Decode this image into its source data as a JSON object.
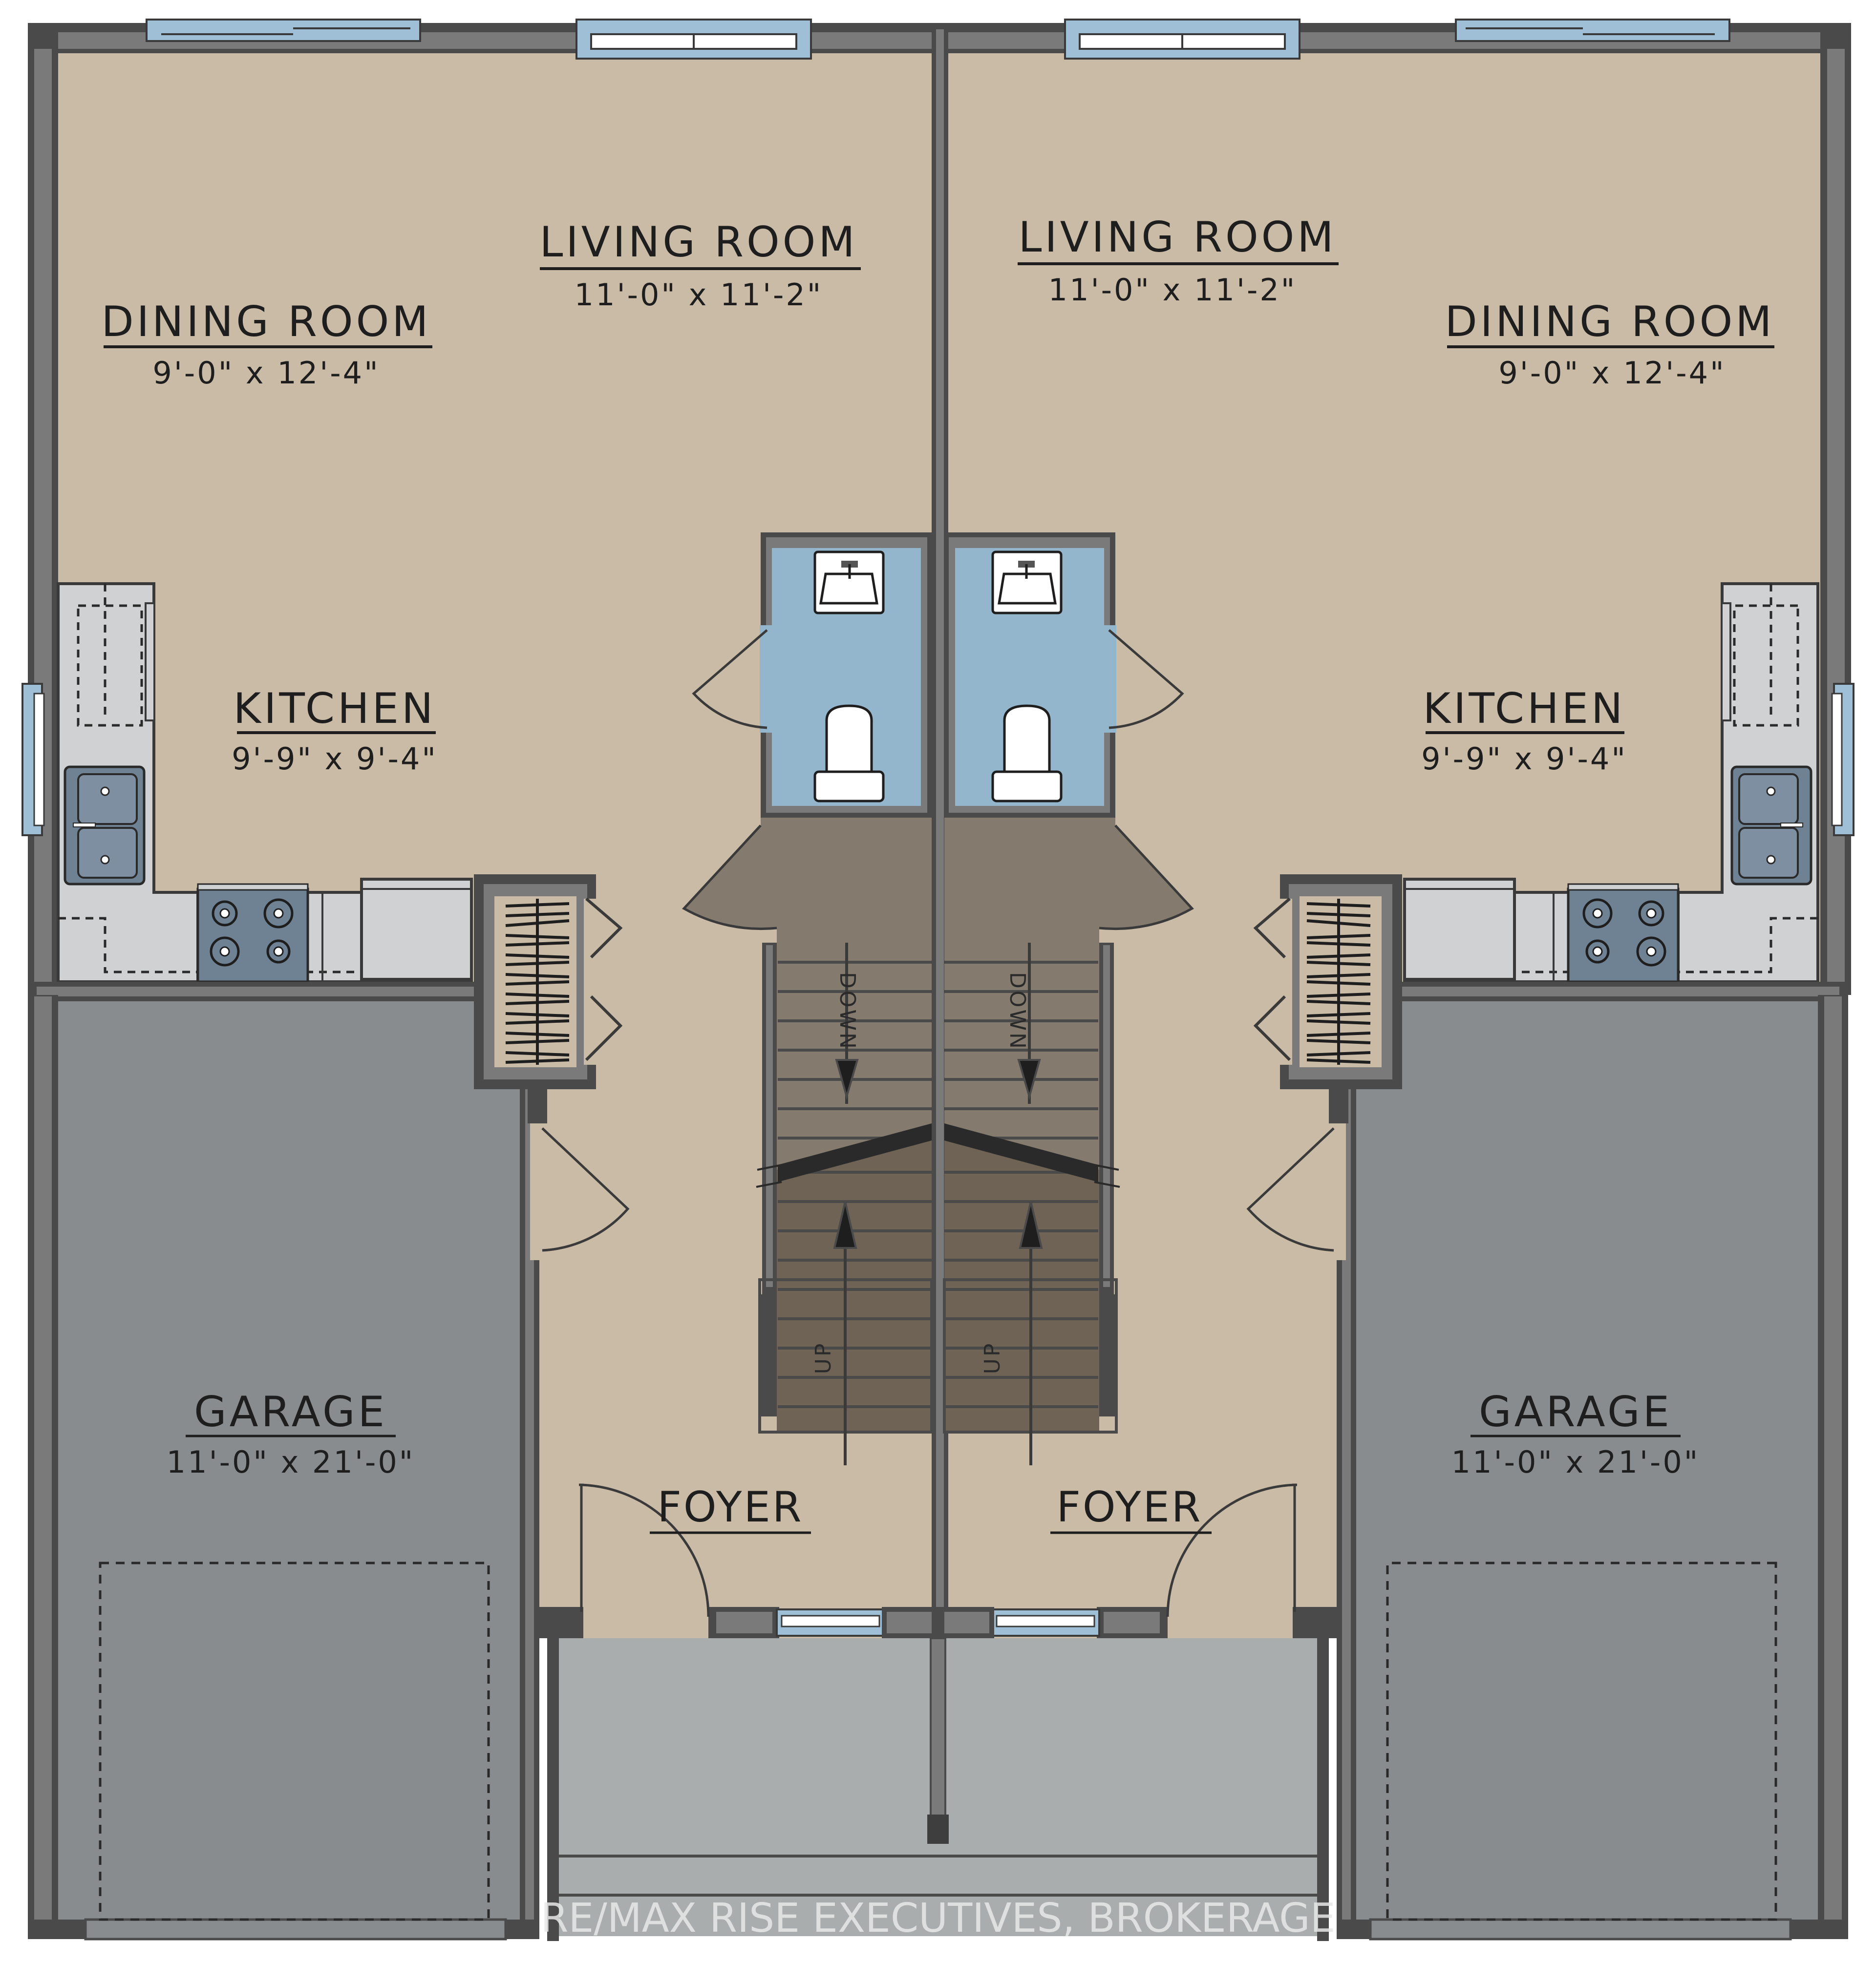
{
  "plan": {
    "title": "Semi-detached main floor plan",
    "colors": {
      "wall_dark": "#4a4a4a",
      "wall_mid": "#7a7a7a",
      "floor": "#c9bba6",
      "garage": "#898c8e",
      "porch": "#a9adae",
      "bath": "#94b6cc",
      "window": "#9fbfd6",
      "counter": "#cfd1d3",
      "appliance": "#6f8294",
      "stair_top": "#847a6e",
      "stair_bottom": "#6e6354"
    },
    "units": [
      {
        "side": "left",
        "rooms": {
          "living": {
            "name": "LIVING ROOM",
            "dims": "11'-0\" x 11'-2\""
          },
          "dining": {
            "name": "DINING ROOM",
            "dims": "9'-0\" x 12'-4\""
          },
          "kitchen": {
            "name": "KITCHEN",
            "dims": "9'-9\" x 9'-4\""
          },
          "garage": {
            "name": "GARAGE",
            "dims": "11'-0\" x 21'-0\""
          },
          "foyer": {
            "name": "FOYER"
          }
        },
        "stairs": {
          "down_label": "DOWN",
          "up_label": "UP"
        }
      },
      {
        "side": "right",
        "rooms": {
          "living": {
            "name": "LIVING ROOM",
            "dims": "11'-0\" x 11'-2\""
          },
          "dining": {
            "name": "DINING ROOM",
            "dims": "9'-0\" x 12'-4\""
          },
          "kitchen": {
            "name": "KITCHEN",
            "dims": "9'-9\" x 9'-4\""
          },
          "garage": {
            "name": "GARAGE",
            "dims": "11'-0\" x 21'-0\""
          },
          "foyer": {
            "name": "FOYER"
          }
        },
        "stairs": {
          "down_label": "DOWN",
          "up_label": "UP"
        }
      }
    ],
    "watermark": "RE/MAX RISE EXECUTIVES, BROKERAGE"
  }
}
